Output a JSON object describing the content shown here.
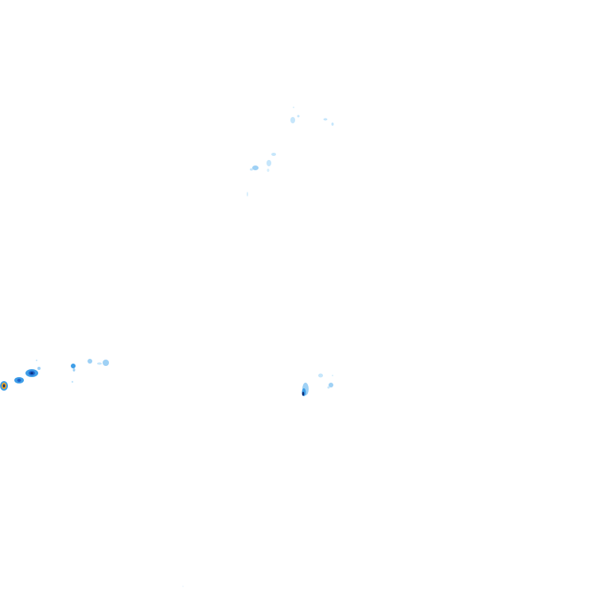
{
  "map": {
    "layer": "precipitation-radar-overlay",
    "background_color": "#ffffff",
    "intensity_scale": [
      {
        "level": "very-light",
        "color": "#c6e6fb"
      },
      {
        "level": "light",
        "color": "#9fd1f5"
      },
      {
        "level": "moderate",
        "color": "#3f9ee8"
      },
      {
        "level": "heavy",
        "color": "#1e63c8"
      },
      {
        "level": "very-heavy",
        "color": "#0b2f7a"
      },
      {
        "level": "extreme",
        "color": "#e8a020"
      }
    ]
  }
}
